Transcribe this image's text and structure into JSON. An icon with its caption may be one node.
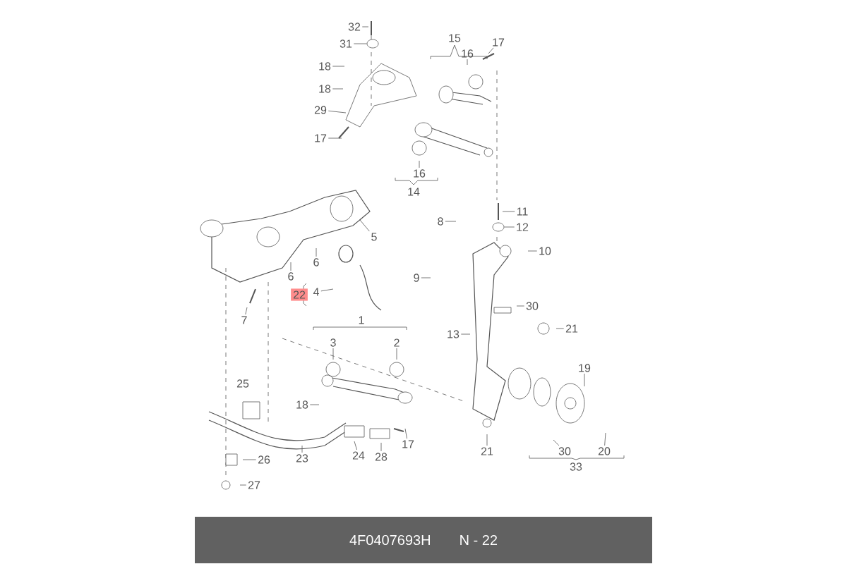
{
  "diagram": {
    "nodes": [
      {
        "text": [
          "32"
        ]
      },
      {
        "text": [
          "31"
        ]
      },
      {
        "text": [
          "15"
        ]
      },
      {
        "text": [
          "17"
        ]
      },
      {
        "text": [
          "16"
        ]
      },
      {
        "text": [
          "18"
        ]
      },
      {
        "text": [
          "18"
        ]
      },
      {
        "text": [
          "29"
        ]
      },
      {
        "text": [
          "17"
        ]
      },
      {
        "text": [
          "16"
        ]
      },
      {
        "text": [
          "14"
        ]
      },
      {
        "text": [
          "11"
        ]
      },
      {
        "text": [
          "8"
        ]
      },
      {
        "text": [
          "12"
        ]
      },
      {
        "text": [
          "5"
        ]
      },
      {
        "text": [
          "10"
        ]
      },
      {
        "text": [
          "6"
        ]
      },
      {
        "text": [
          "6"
        ]
      },
      {
        "text": [
          "9"
        ]
      },
      {
        "text": [
          "4"
        ]
      },
      {
        "text": [
          "22"
        ]
      },
      {
        "text": [
          "30"
        ]
      },
      {
        "text": [
          "7"
        ]
      },
      {
        "text": [
          "1"
        ]
      },
      {
        "text": [
          "21"
        ]
      },
      {
        "text": [
          "13"
        ]
      },
      {
        "text": [
          "3"
        ]
      },
      {
        "text": [
          "2"
        ]
      },
      {
        "text": [
          "19"
        ]
      },
      {
        "text": [
          "25"
        ]
      },
      {
        "text": [
          "18"
        ]
      },
      {
        "text": [
          "17"
        ]
      },
      {
        "text": [
          "30"
        ]
      },
      {
        "text": [
          "20"
        ]
      },
      {
        "text": [
          "24"
        ]
      },
      {
        "text": [
          "28"
        ]
      },
      {
        "text": [
          "23"
        ]
      },
      {
        "text": [
          "26"
        ]
      },
      {
        "text": [
          "21"
        ]
      },
      {
        "text": [
          "33"
        ]
      },
      {
        "text": [
          "27"
        ]
      },
      {
        "text": [
          "4F0407693H",
          "N - 22"
        ]
      },
      {
        "text": [],
        "shape": "circle"
      },
      {
        "text": [],
        "shape": "circle"
      }
    ],
    "edges": [
      {
        "from": 0,
        "to": null,
        "arrow": "none"
      },
      {
        "from": 1,
        "to": 42,
        "arrow": "none"
      },
      {
        "from": 3,
        "to": null,
        "arrow": "none"
      },
      {
        "from": 4,
        "to": null,
        "arrow": "none"
      },
      {
        "from": 5,
        "to": null,
        "arrow": "none"
      },
      {
        "from": 6,
        "to": null,
        "arrow": "none"
      },
      {
        "from": 7,
        "to": null,
        "arrow": "none"
      },
      {
        "from": 8,
        "to": null,
        "arrow": "none"
      },
      {
        "from": 9,
        "to": null,
        "arrow": "none"
      },
      {
        "from": 11,
        "to": null,
        "arrow": "none"
      },
      {
        "from": 12,
        "to": null,
        "arrow": "none"
      },
      {
        "from": 13,
        "to": 43,
        "arrow": "none"
      },
      {
        "from": 14,
        "to": null,
        "arrow": "none"
      },
      {
        "from": 15,
        "to": null,
        "arrow": "none"
      },
      {
        "from": 16,
        "to": null,
        "arrow": "none"
      },
      {
        "from": 17,
        "to": null,
        "arrow": "none"
      },
      {
        "from": 18,
        "to": null,
        "arrow": "none"
      },
      {
        "from": 19,
        "to": null,
        "arrow": "none"
      },
      {
        "from": 21,
        "to": null,
        "arrow": "none"
      },
      {
        "from": 22,
        "to": null,
        "arrow": "none"
      },
      {
        "from": 24,
        "to": null,
        "arrow": "none"
      },
      {
        "from": 25,
        "to": null,
        "arrow": "none"
      },
      {
        "from": 26,
        "to": null,
        "arrow": "none"
      },
      {
        "from": 27,
        "to": null,
        "arrow": "none"
      },
      {
        "from": 28,
        "to": null,
        "arrow": "none"
      },
      {
        "from": 30,
        "to": null,
        "arrow": "none"
      },
      {
        "from": 31,
        "to": null,
        "arrow": "none"
      },
      {
        "from": 32,
        "to": null,
        "arrow": "none"
      },
      {
        "from": 33,
        "to": null,
        "arrow": "none"
      },
      {
        "from": 34,
        "to": null,
        "arrow": "none"
      },
      {
        "from": 35,
        "to": null,
        "arrow": "none"
      },
      {
        "from": 36,
        "to": null,
        "arrow": "none"
      },
      {
        "from": 37,
        "to": null,
        "arrow": "none"
      },
      {
        "from": 38,
        "to": null,
        "arrow": "none"
      },
      {
        "from": 40,
        "to": null,
        "arrow": "none"
      }
    ]
  }
}
